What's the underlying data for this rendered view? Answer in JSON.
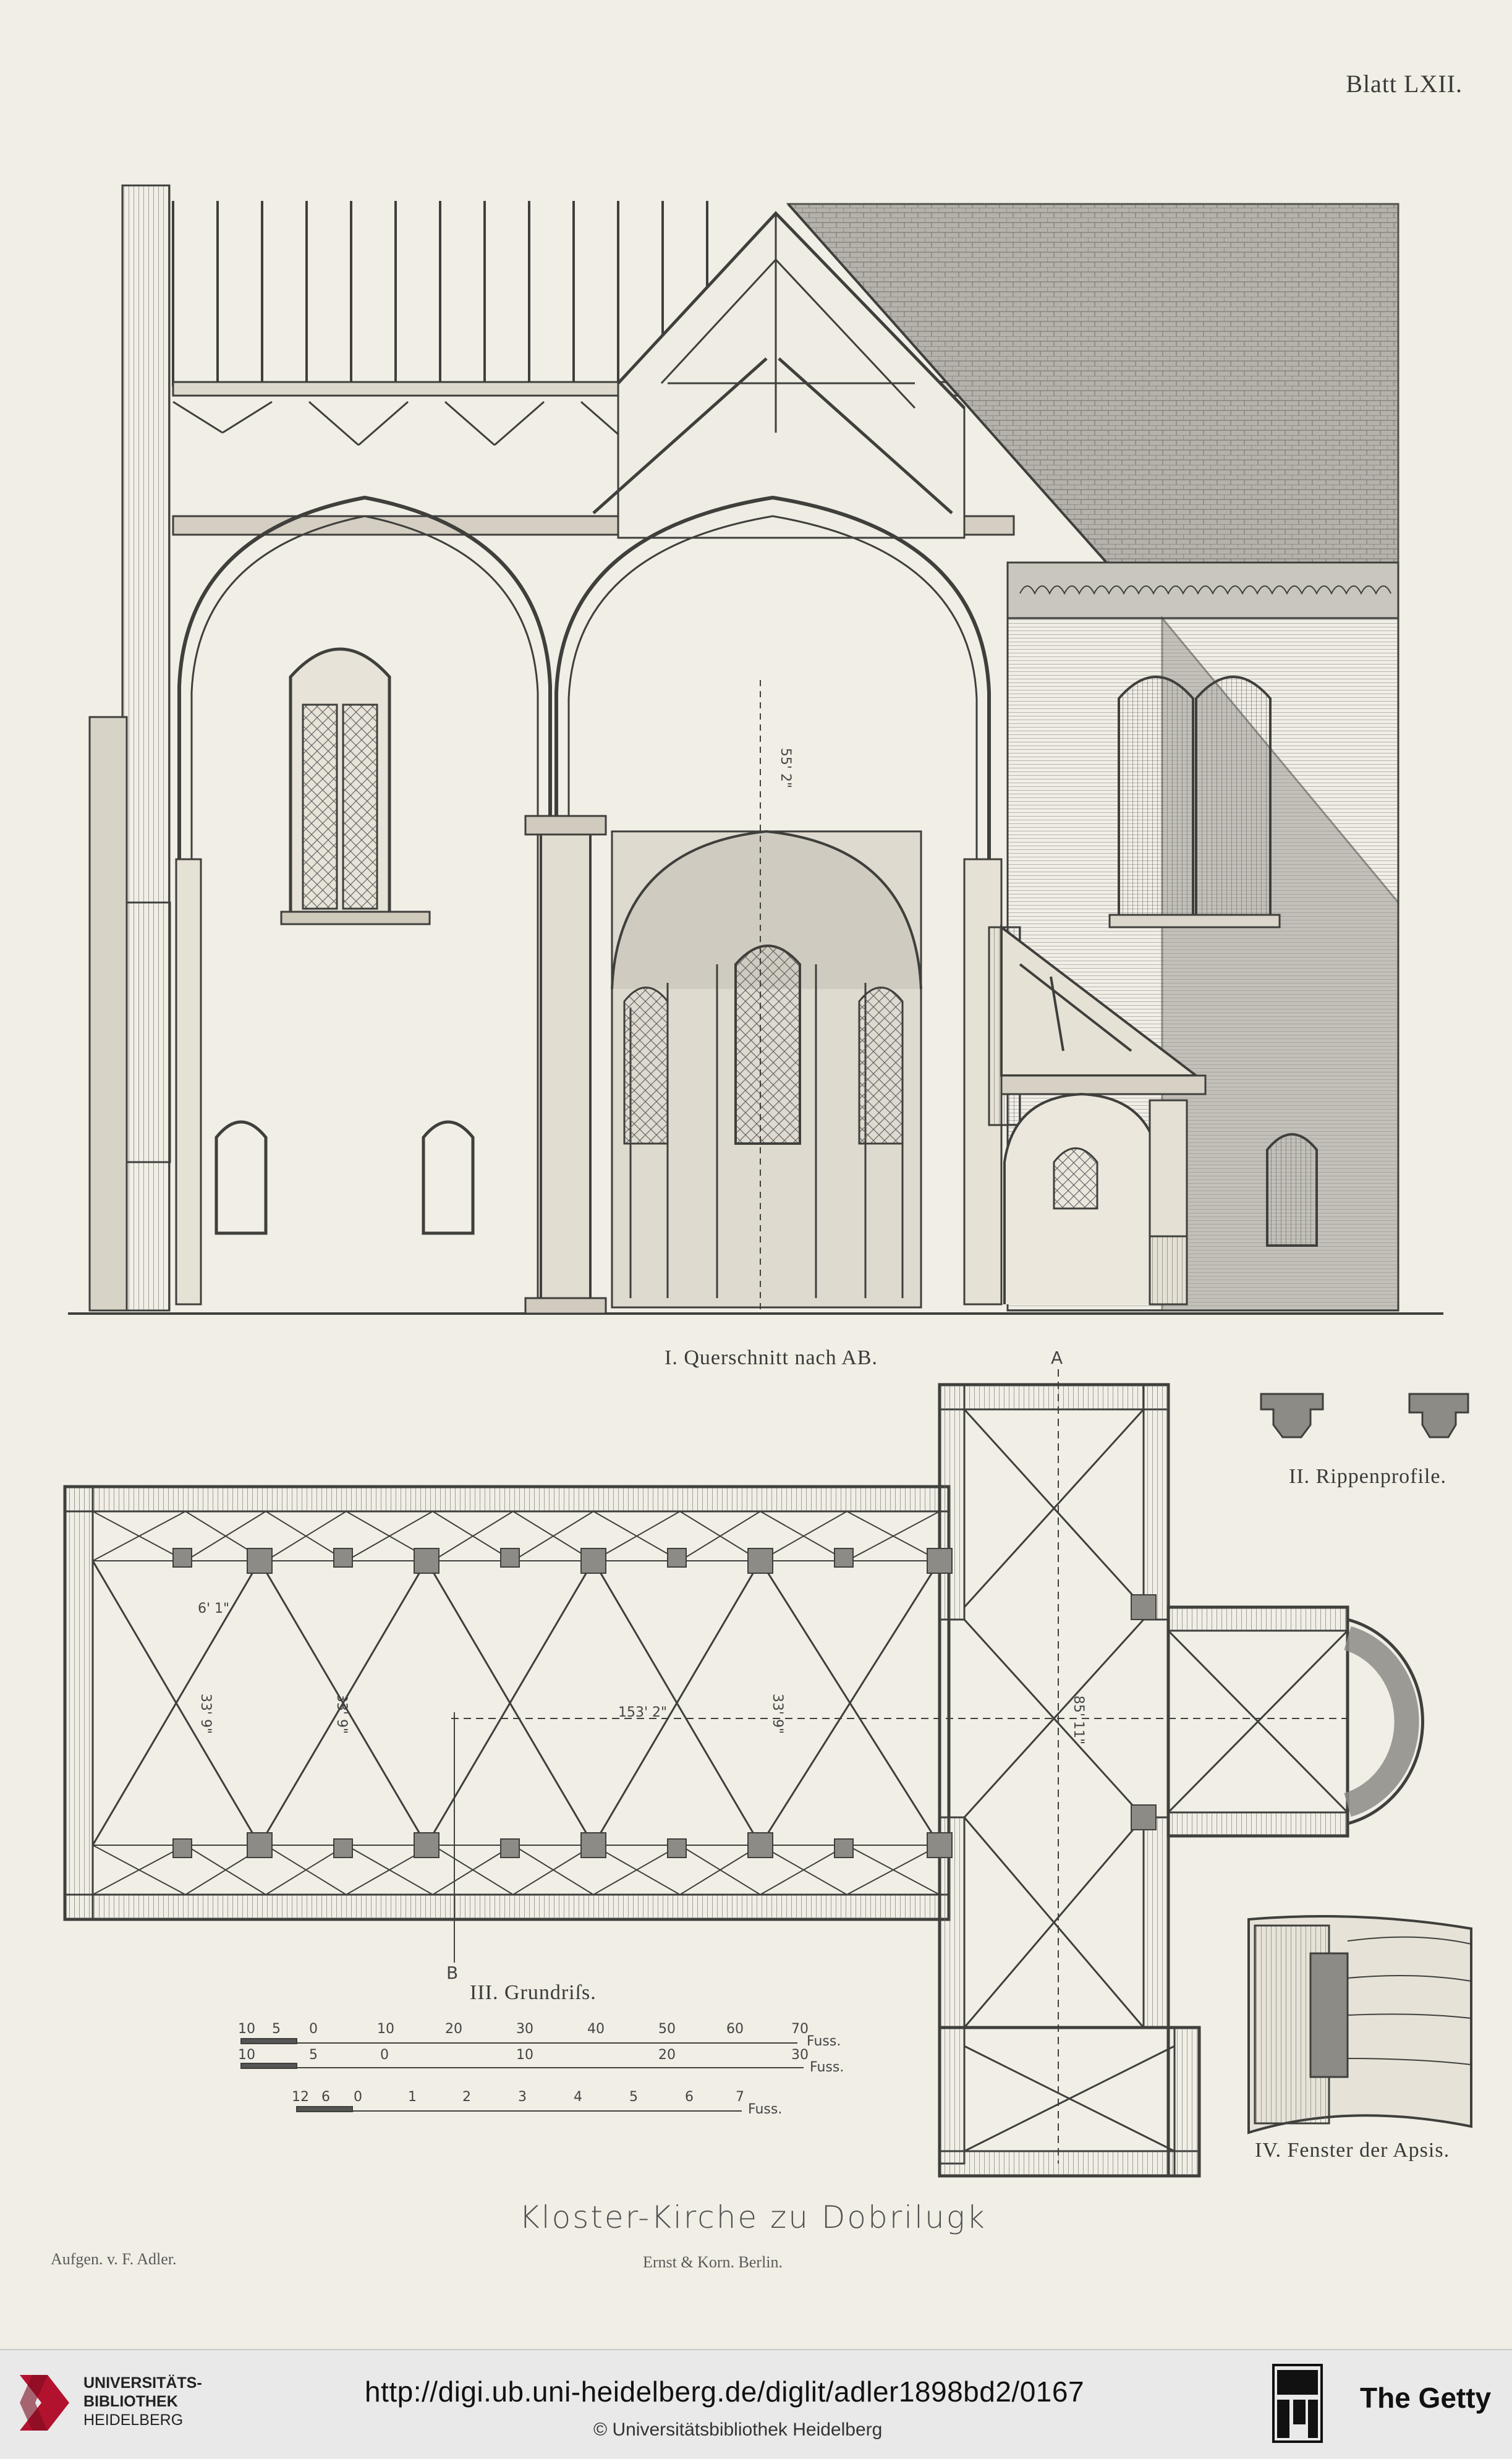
{
  "plate": {
    "number": "Blatt LXII.",
    "section_caption": "I. Querschnitt nach AB.",
    "rib_caption": "II. Rippenprofile.",
    "plan_caption": "III. Grundriſs.",
    "window_caption": "IV. Fenster der Apsis.",
    "title": "Kloster-Kirche zu Dobrilugk",
    "surveyor": "Aufgen. v. F. Adler.",
    "printer": "Ernst & Korn. Berlin.",
    "section_height_label": "55' 2\"",
    "plan_dims": {
      "aisle_width": "6' 1\"",
      "nave_width_west": "33' 9\"",
      "nave_width_mid": "33' 9\"",
      "nave_length": "153' 2\"",
      "crossing_width": "33' 9\"",
      "choir_width": "85' 11\""
    },
    "axis_marks": {
      "a": "A",
      "b": "B"
    },
    "scales": [
      {
        "ticks": [
          "10",
          "5",
          "0",
          "10",
          "20",
          "30",
          "40",
          "50",
          "60",
          "70"
        ],
        "unit": "Fuss."
      },
      {
        "ticks": [
          "10",
          "5",
          "0",
          "10",
          "20",
          "30"
        ],
        "unit": "Fuss."
      },
      {
        "ticks": [
          "12",
          "6",
          "0",
          "1",
          "2",
          "3",
          "4",
          "5",
          "6",
          "7"
        ],
        "unit": "Fuss."
      }
    ]
  },
  "footer": {
    "institution_line1": "UNIVERSITÄTS-",
    "institution_line2": "BIBLIOTHEK",
    "institution_line3": "HEIDELBERG",
    "url": "http://digi.ub.uni-heidelberg.de/diglit/adler1898bd2/0167",
    "copyright": "© Universitätsbibliothek Heidelberg",
    "partner": "The Getty"
  },
  "colors": {
    "paper": "#f1eee6",
    "ink": "#3a3a38",
    "footer_bg": "#e9e9e9",
    "ub_red": "#b3122e"
  }
}
